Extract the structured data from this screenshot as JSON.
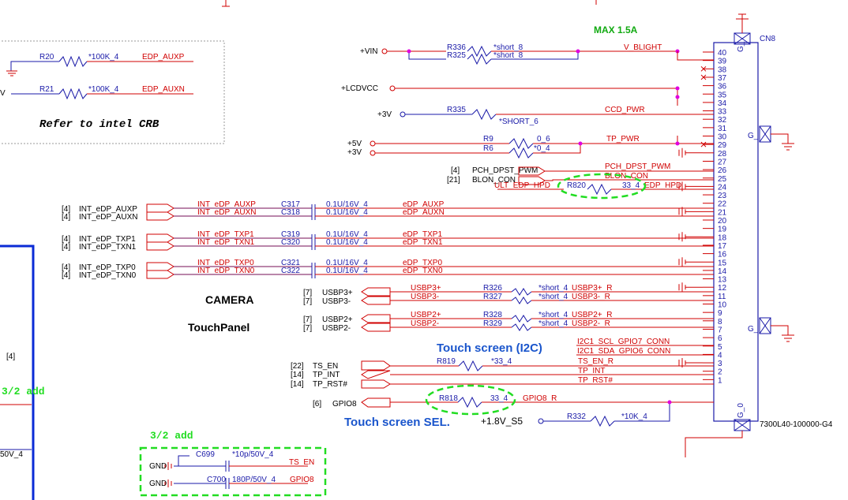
{
  "annotations": {
    "max_current": "MAX 1.5A",
    "refer_note": "Refer to intel CRB",
    "add_left": "3/2  add",
    "add_bottom": "3/2  add",
    "touch_i2c": "Touch screen (I2C)",
    "touch_sel": "Touch screen SEL.",
    "camera": "CAMERA",
    "touchpanel": "TouchPanel"
  },
  "connector": {
    "ref": "CN8",
    "part": "7300L40-100000-G4",
    "ground_pin_labels": [
      "G_",
      "G_",
      "G_",
      "G_0"
    ],
    "pins": [
      "40",
      "39",
      "38",
      "37",
      "36",
      "35",
      "34",
      "33",
      "32",
      "31",
      "30",
      "29",
      "28",
      "27",
      "26",
      "25",
      "24",
      "23",
      "22",
      "21",
      "20",
      "19",
      "18",
      "17",
      "16",
      "15",
      "14",
      "13",
      "12",
      "11",
      "10",
      "9",
      "8",
      "7",
      "6",
      "5",
      "4",
      "3",
      "2",
      "1"
    ]
  },
  "power": {
    "vin": "+VIN",
    "lcdvcc": "+LCDVCC",
    "v3": "+3V",
    "v5": "+5V",
    "v3b": "+3V",
    "v18": "+1.8V_S5",
    "gnd": "GND"
  },
  "resistors": {
    "r336": "R336",
    "r336v": "*short_8",
    "r325": "R325",
    "r325v": "*short_8",
    "r335": "R335",
    "r335v": "*SHORT_6",
    "r9": "R9",
    "r9v": "0_6",
    "r6": "R6",
    "r6v": "*0_4",
    "r820": "R820",
    "r820v": "33_4",
    "r326": "R326",
    "r326v": "*short_4",
    "r327": "R327",
    "r327v": "*short_4",
    "r328": "R328",
    "r328v": "*short_4",
    "r329": "R329",
    "r329v": "*short_4",
    "r819": "R819",
    "r819v": "*33_4",
    "r818": "R818",
    "r818v": "33_4",
    "r332": "R332",
    "r332v": "*10K_4",
    "r20": "R20",
    "r20v": "*100K_4",
    "r21": "R21",
    "r21v": "*100K_4"
  },
  "capacitors": {
    "c317": "C317",
    "c318": "C318",
    "c319": "C319",
    "c320": "C320",
    "c321": "C321",
    "c322": "C322",
    "cval": "0.1U/16V_4",
    "c699": "C699",
    "c699v": "*10p/50V_4",
    "c700": "C700",
    "c700v": "180P/50V_4",
    "left_cut": "50V_4"
  },
  "nets": {
    "v_blight": "V_BLIGHT",
    "ccd_pwr": "CCD_PWR",
    "tp_pwr": "TP_PWR",
    "pch_dpst_pwm": "PCH_DPST_PWM",
    "blon_con": "BLON_CON",
    "ult_edp_hpd": "ULT_EDP_HPD",
    "edp_hpd": "EDP_HPD",
    "int_edp_auxp": "INT_eDP_AUXP",
    "int_edp_auxn": "INT_eDP_AUXN",
    "int_edp_txp1": "INT_eDP_TXP1",
    "int_edp_txn1": "INT_eDP_TXN1",
    "int_edp_txp0": "INT_eDP_TXP0",
    "int_edp_txn0": "INT_eDP_TXN0",
    "edp_auxp": "eDP_AUXP",
    "edp_auxn": "eDP_AUXN",
    "edp_txp1": "eDP_TXP1",
    "edp_txn1": "eDP_TXN1",
    "edp_txp0": "eDP_TXP0",
    "edp_txn0": "eDP_TXN0",
    "usbp3p": "USBP3+",
    "usbp3n": "USBP3-",
    "usbp2p": "USBP2+",
    "usbp2n": "USBP2-",
    "usbp3p_r": "USBP3+_R",
    "usbp3n_r": "USBP3-_R",
    "usbp2p_r": "USBP2+_R",
    "usbp2n_r": "USBP2-_R",
    "i2c_scl": "I2C1_SCL_GPIO7_CONN",
    "i2c_sda": "I2C1_SDA_GPIO6_CONN",
    "ts_en": "TS_EN",
    "ts_en_r": "TS_EN_R",
    "tp_int": "TP_INT",
    "tp_rst": "TP_RST#",
    "gpio8": "GPIO8",
    "gpio8_r": "GPIO8_R",
    "edp_auxp_up": "EDP_AUXP",
    "edp_auxn_up": "EDP_AUXN"
  },
  "page_refs": {
    "r4": "[4]",
    "r21": "[21]",
    "r7": "[7]",
    "r22": "[22]",
    "r14": "[14]",
    "r6": "[6]",
    "left_v": "V"
  }
}
